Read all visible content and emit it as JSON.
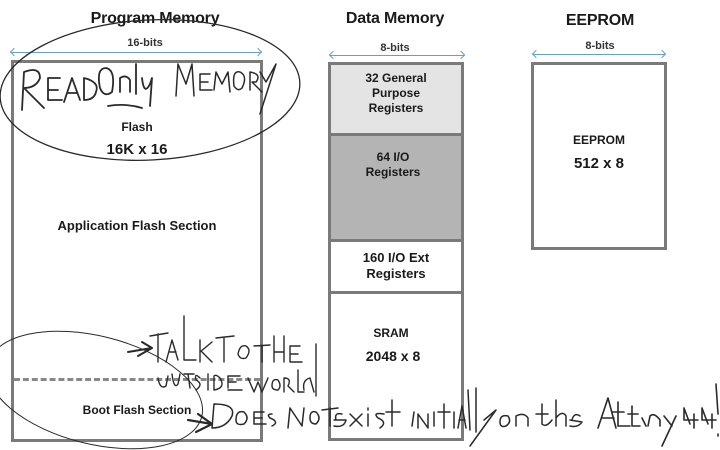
{
  "program_memory": {
    "title": "Program Memory",
    "width_label": "16-bits",
    "flash_label": "Flash",
    "flash_size": "16K x 16",
    "application_section": "Application Flash Section",
    "boot_section": "Boot Flash Section"
  },
  "data_memory": {
    "title": "Data Memory",
    "width_label": "8-bits",
    "segments": [
      {
        "label": "32 General Purpose Registers",
        "color": "#e4e4e4"
      },
      {
        "label": "64 I/O Registers",
        "color": "#b4b4b4"
      },
      {
        "label": "160 I/O Ext Registers",
        "color": "#ffffff"
      },
      {
        "label": "SRAM",
        "size": "2048 x 8",
        "color": "#ffffff"
      }
    ]
  },
  "eeprom": {
    "title": "EEPROM",
    "width_label": "8-bits",
    "label": "EEPROM",
    "size": "512 x 8"
  },
  "annotations": {
    "read_only": "READ ONLY MEMORY",
    "talk_outside": "TALK TO THE OUTSIDE WORLD",
    "not_exist": "DOES NOT EXIST INITIALLY ON THE ATTINY 44!"
  }
}
